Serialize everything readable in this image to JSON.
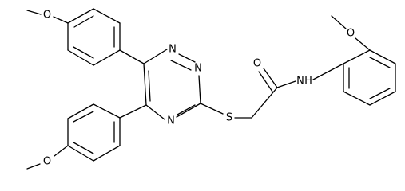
{
  "molecule": {
    "atom_labels": {
      "methoxy_top_o": "O",
      "methoxy_bottom_o": "O",
      "triazine_n1": "N",
      "triazine_n2": "N",
      "triazine_n4": "N",
      "thioether_s": "S",
      "carbonyl_o": "O",
      "amide_nh": "N",
      "amide_h": "H",
      "anisole_o": "O"
    }
  },
  "colors": {
    "bond": "#000000",
    "label": "#000000",
    "background": "#ffffff"
  }
}
